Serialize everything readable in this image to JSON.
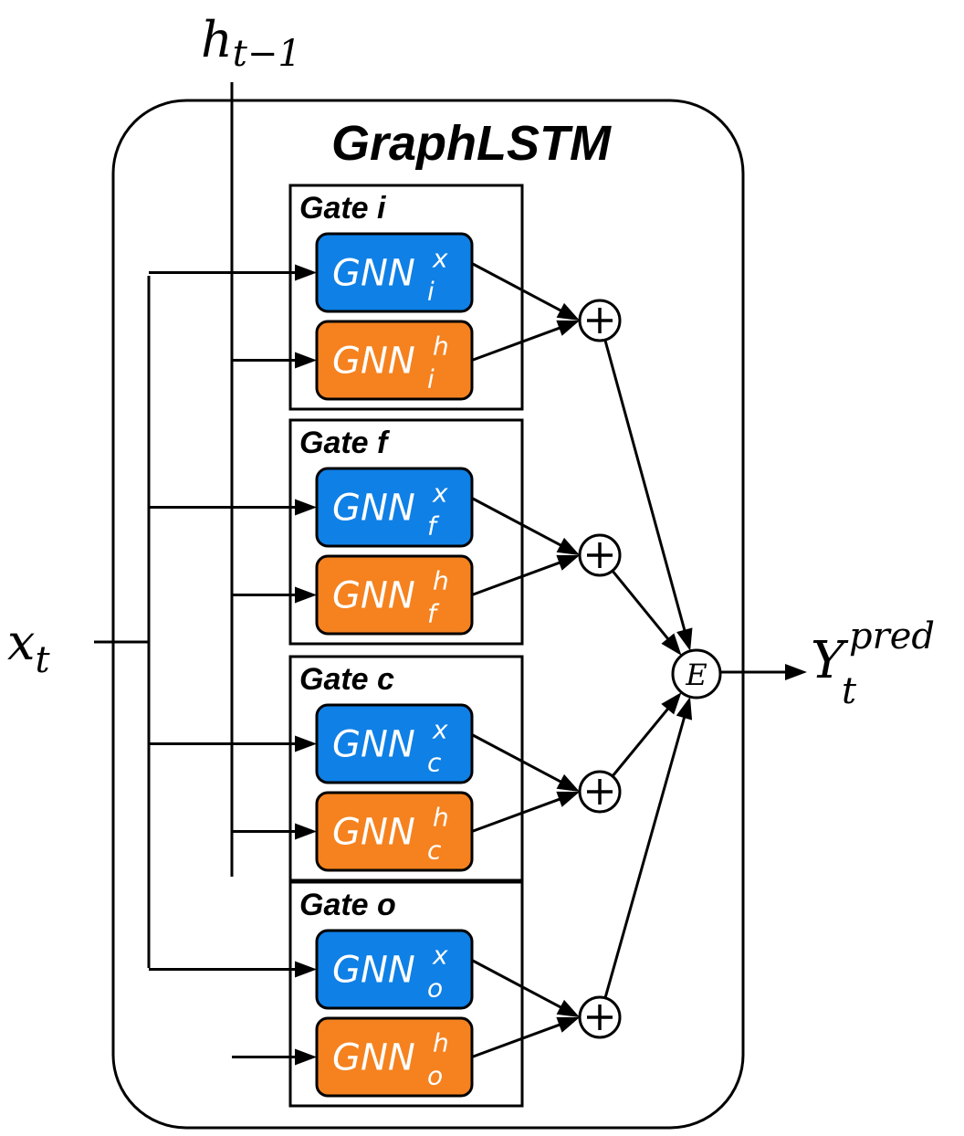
{
  "title": "GraphLSTM",
  "inputs": {
    "x": {
      "base": "x",
      "sub": "t"
    },
    "h": {
      "base": "h",
      "sub": "t−1"
    }
  },
  "output": {
    "base": "Y",
    "sub": "t",
    "sup": "pred"
  },
  "combine_symbol": "E",
  "plus_symbol": "+",
  "gates": [
    {
      "label": "Gate i",
      "x_block": {
        "base": "GNN",
        "sup": "x",
        "sub": "i"
      },
      "h_block": {
        "base": "GNN",
        "sup": "h",
        "sub": "i"
      }
    },
    {
      "label": "Gate f",
      "x_block": {
        "base": "GNN",
        "sup": "x",
        "sub": "f"
      },
      "h_block": {
        "base": "GNN",
        "sup": "h",
        "sub": "f"
      }
    },
    {
      "label": "Gate c",
      "x_block": {
        "base": "GNN",
        "sup": "x",
        "sub": "c"
      },
      "h_block": {
        "base": "GNN",
        "sup": "h",
        "sub": "c"
      }
    },
    {
      "label": "Gate o",
      "x_block": {
        "base": "GNN",
        "sup": "x",
        "sub": "o"
      },
      "h_block": {
        "base": "GNN",
        "sup": "h",
        "sub": "o"
      }
    }
  ],
  "colors": {
    "x_block": "#0f80e6",
    "h_block": "#f5821f",
    "stroke": "#000000"
  }
}
